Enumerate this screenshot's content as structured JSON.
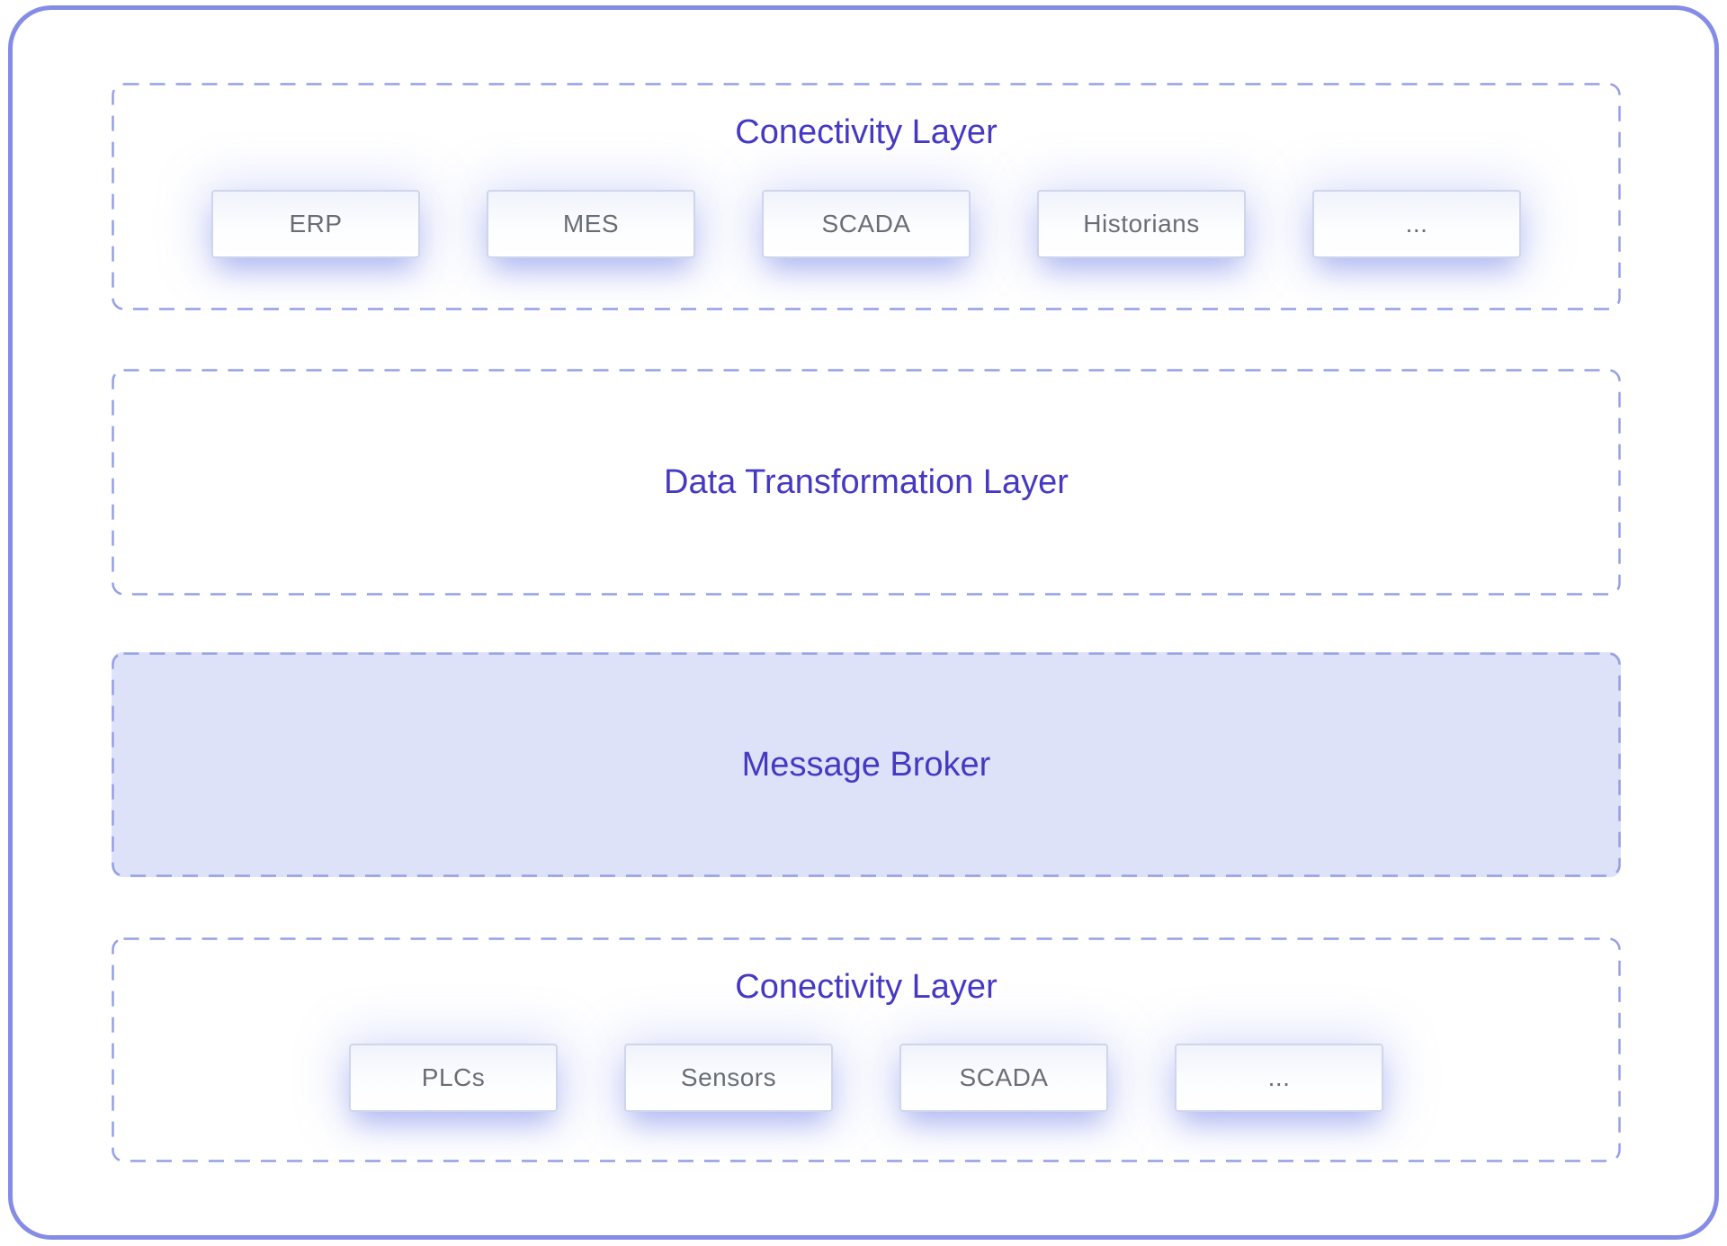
{
  "palette": {
    "frame_border": "#858ce8",
    "dashed_border": "#96a0e6",
    "title_color": "#4539c4",
    "label_color": "#696e76",
    "broker_fill": "#dee2f8",
    "chip_border": "#cfd5ec"
  },
  "sections": [
    {
      "id": "connectivity-top",
      "title": "Conectivity Layer",
      "items": [
        "ERP",
        "MES",
        "SCADA",
        "Historians",
        "..."
      ]
    },
    {
      "id": "data-transformation",
      "title": "Data Transformation Layer",
      "items": []
    },
    {
      "id": "message-broker",
      "title": "Message Broker",
      "items": [],
      "filled": true
    },
    {
      "id": "connectivity-bottom",
      "title": "Conectivity Layer",
      "items": [
        "PLCs",
        "Sensors",
        "SCADA",
        "..."
      ]
    }
  ]
}
